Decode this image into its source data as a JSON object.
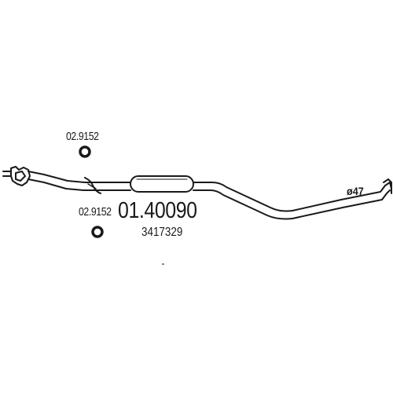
{
  "diagram": {
    "upper_clamp_code": "02.9152",
    "lower_clamp_code": "02.9152",
    "part_number": "01.40090",
    "oem_number": "3417329",
    "diameter_label": "ø47"
  },
  "colors": {
    "line": "#1a1a1a",
    "background": "#ffffff"
  }
}
